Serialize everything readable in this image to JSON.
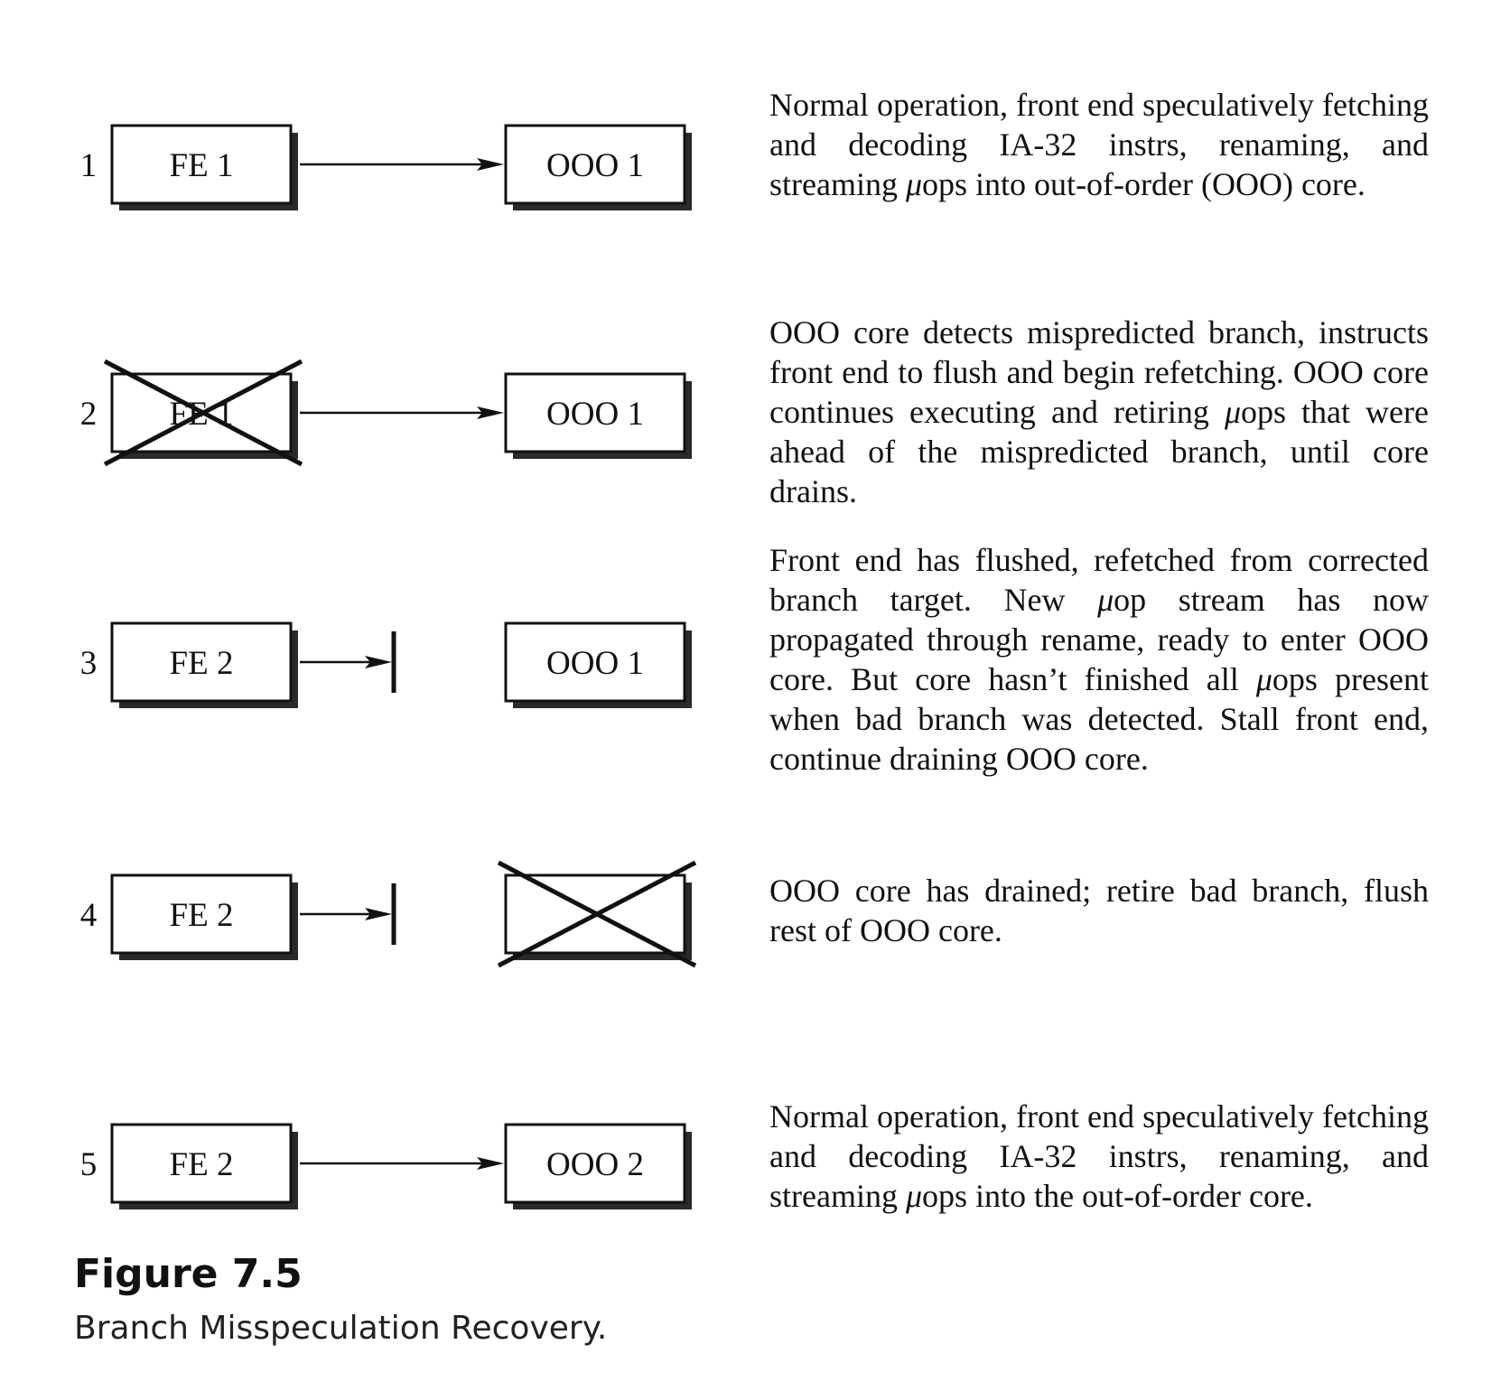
{
  "stages": [
    {
      "number": "1",
      "fe_label": "FE 1",
      "ooo_label": "OOO 1",
      "fe_crossed": false,
      "ooo_crossed": false,
      "arrow": "connected",
      "description": [
        {
          "text": "Normal operation, front end speculatively fetching and decoding IA-32 instrs, renaming, and streaming "
        },
        {
          "text": "μ",
          "italic": true
        },
        {
          "text": "ops into out-of-order (OOO) core."
        }
      ]
    },
    {
      "number": "2",
      "fe_label": "FE 1",
      "ooo_label": "OOO 1",
      "fe_crossed": true,
      "ooo_crossed": false,
      "arrow": "connected",
      "description": [
        {
          "text": "OOO core detects mispredicted branch, instructs front end to flush and begin refetching. OOO core continues executing and retiring "
        },
        {
          "text": "μ",
          "italic": true
        },
        {
          "text": "ops that were ahead of the mispredicted branch, until core drains."
        }
      ]
    },
    {
      "number": "3",
      "fe_label": "FE 2",
      "ooo_label": "OOO 1",
      "fe_crossed": false,
      "ooo_crossed": false,
      "arrow": "blocked",
      "description": [
        {
          "text": "Front end has flushed, refetched from corrected branch target. New "
        },
        {
          "text": "μ",
          "italic": true
        },
        {
          "text": "op stream has now propagated through rename, ready to enter OOO core. But core hasn’t finished all "
        },
        {
          "text": "μ",
          "italic": true
        },
        {
          "text": "ops present when bad branch was detected. Stall front end, continue draining OOO core."
        }
      ]
    },
    {
      "number": "4",
      "fe_label": "FE 2",
      "ooo_label": "",
      "fe_crossed": false,
      "ooo_crossed": true,
      "arrow": "blocked",
      "description": [
        {
          "text": "OOO core has drained; retire bad branch, flush rest of OOO core."
        }
      ]
    },
    {
      "number": "5",
      "fe_label": "FE 2",
      "ooo_label": "OOO 2",
      "fe_crossed": false,
      "ooo_crossed": false,
      "arrow": "connected",
      "description": [
        {
          "text": "Normal operation, front end speculatively fetching and decoding IA-32 instrs, renaming, and streaming "
        },
        {
          "text": "μ",
          "italic": true
        },
        {
          "text": "ops into the out-of-order core."
        }
      ]
    }
  ],
  "figure": {
    "label": "Figure 7.5",
    "caption": "Branch Misspeculation Recovery."
  }
}
